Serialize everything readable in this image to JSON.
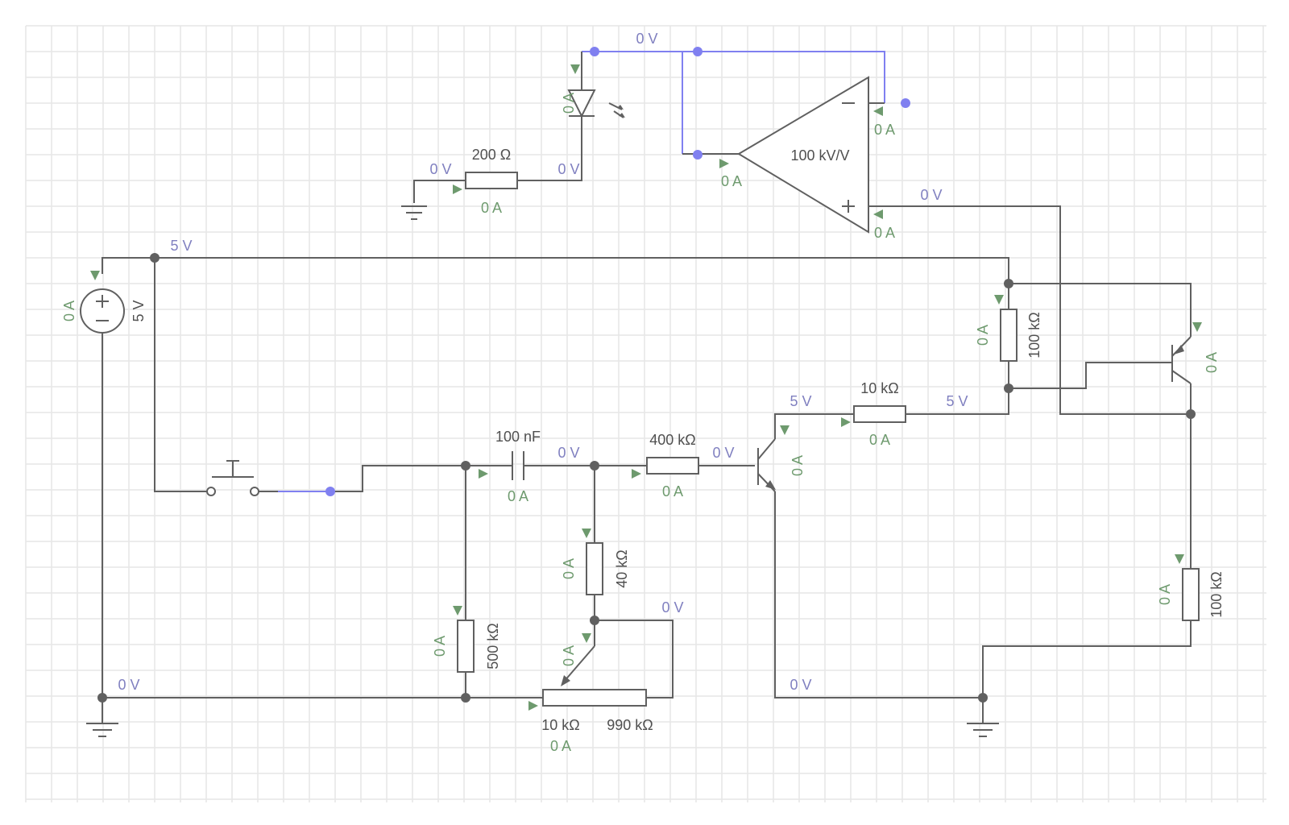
{
  "components": {
    "led": {
      "current": "0 A"
    },
    "opamp": {
      "gain": "100 kV/V",
      "minus_current": "0 A",
      "plus_current": "0 A",
      "out_current": "0 A"
    },
    "r_200": {
      "value": "200 Ω",
      "current": "0 A"
    },
    "vsrc": {
      "value": "5 V",
      "current": "0 A"
    },
    "r_top_right": {
      "value": "100 kΩ",
      "current": "0 A"
    },
    "pnp": {
      "current": "0 A"
    },
    "r_10k": {
      "value": "10 kΩ",
      "current": "0 A"
    },
    "npn": {
      "current": "0 A"
    },
    "cap": {
      "value": "100 nF",
      "current": "0 A"
    },
    "r_400k": {
      "value": "400 kΩ",
      "current": "0 A"
    },
    "r_40k": {
      "value": "40 kΩ",
      "current": "0 A"
    },
    "r_500k": {
      "value": "500 kΩ",
      "current": "0 A"
    },
    "pot": {
      "left": "10 kΩ",
      "right": "990 kΩ",
      "current": "0 A",
      "wiper_current": "0 A"
    },
    "r_right_low": {
      "value": "100 kΩ",
      "current": "0 A"
    }
  },
  "voltages": {
    "led_top": "0 V",
    "r200_left": "0 V",
    "r200_right": "0 V",
    "supply_rail": "5 V",
    "opamp_plus": "0 V",
    "cap_right": "0 V",
    "npn_base": "0 V",
    "npn_collector": "5 V",
    "r10k_right": "5 V",
    "pot_wiper": "0 V",
    "ground_left": "0 V",
    "npn_emitter_gnd": "0 V"
  },
  "colors": {
    "wire": "#606060",
    "selected_wire": "#8080f0",
    "voltage_label": "#8080c0",
    "current_label": "#6e9a6e",
    "grid": "#e6e6e6"
  }
}
